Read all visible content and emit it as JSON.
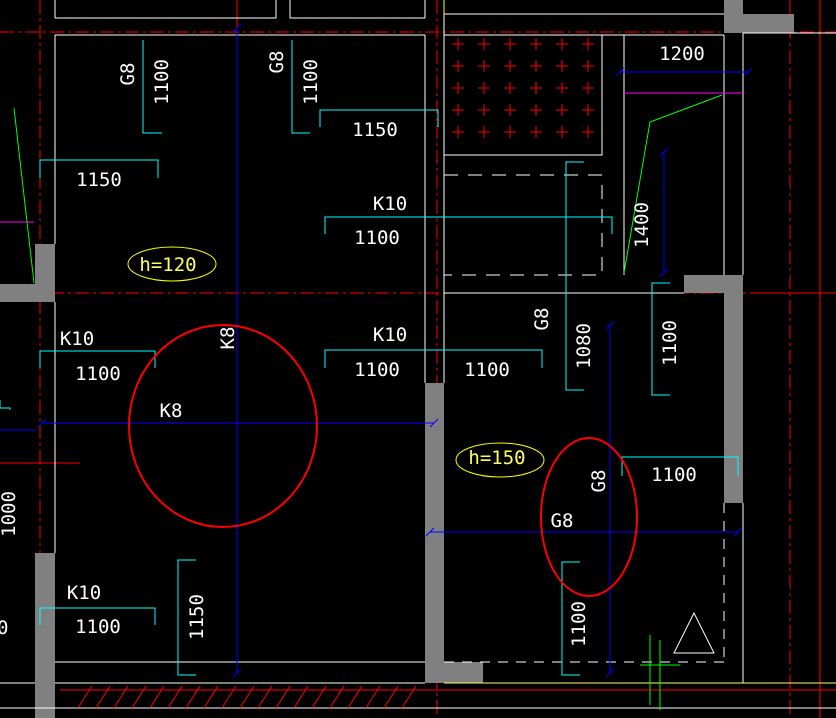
{
  "colors": {
    "background": "#000000",
    "wall": "#ffffff",
    "wall_fill": "#808080",
    "axis_red": "#ff0000",
    "rebar_blue": "#0000ff",
    "dimension_cyan": "#00ffff",
    "highlight_circle": "#ff0000",
    "slab_label": "#ffff00",
    "magenta": "#ff00ff",
    "green": "#00ff00"
  },
  "labels": {
    "g8_a": "G8",
    "n1100_a": "1100",
    "g8_b": "G8",
    "n1100_b": "1100",
    "n1150_a": "1150",
    "n1150_b": "1150",
    "k10_a": "K10",
    "n1100_c": "1100",
    "h120": "h=120",
    "n1200": "1200",
    "n1400": "1400",
    "g8_c": "G8",
    "n1080": "1080",
    "n1100_d": "1100",
    "k8_v": "K8",
    "k10_b": "K10",
    "n1100_e": "1100",
    "k10_c": "K10",
    "n1100_f": "1100",
    "n1100_g": "1100",
    "k8_h": "K8",
    "h150": "h=150",
    "g8_d": "G8",
    "n1100_h": "1100",
    "g8_e": "G8",
    "n1000": "1000",
    "k10_d": "K10",
    "n1100_i": "1100",
    "n1150_c": "1150",
    "n1100_j": "1100",
    "left_edge_0": "0"
  }
}
